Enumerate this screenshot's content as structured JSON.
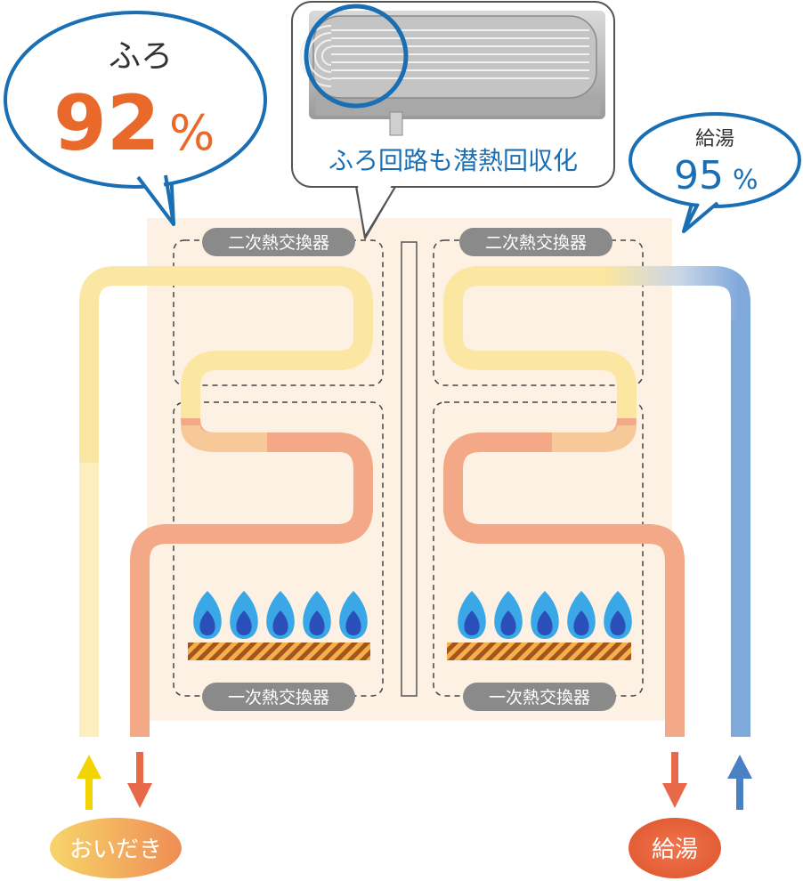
{
  "callout_left": {
    "title": "ふろ",
    "value": "92",
    "unit": "%"
  },
  "callout_right": {
    "title": "給湯",
    "value": "95",
    "unit": "%"
  },
  "photo_caption": "ふろ回路も潜熱回収化",
  "secondary_exchanger_label": "二次熱交換器",
  "primary_exchanger_label": "一次熱交換器",
  "bottom_left_label": "おいだき",
  "bottom_right_label": "給湯",
  "colors": {
    "callout_border": "#1a6fb4",
    "accent_orange": "#e8692a",
    "caption_blue": "#1a6fb4",
    "panel_bg": "#fdf1e3",
    "pill_gray": "#8a8a8a",
    "pipe_yellow": "#fbe6a2",
    "pipe_salmon": "#f3a888",
    "pipe_blue": "#7fa8db",
    "arrow_yellow": "#f2d400",
    "arrow_red": "#e8684a",
    "arrow_blue": "#4a80c4",
    "flame_outer": "#3aa8e6",
    "flame_inner": "#2a4fb8",
    "burner_stripe": "#b8642a"
  }
}
